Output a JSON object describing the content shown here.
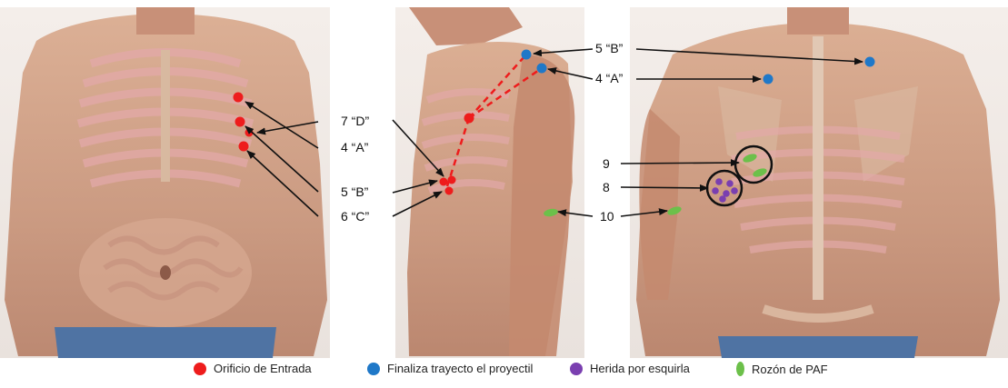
{
  "annotations": {
    "front": [
      {
        "id": "front-7d",
        "text": "7 “D”"
      },
      {
        "id": "front-4a",
        "text": "4 “A”"
      },
      {
        "id": "front-5b",
        "text": "5 “B”"
      },
      {
        "id": "front-6c",
        "text": "6 “C”"
      }
    ],
    "side": [
      {
        "id": "side-5b",
        "text": "5 “B”"
      },
      {
        "id": "side-4a",
        "text": "4 “A”"
      },
      {
        "id": "side-10",
        "text": "10"
      }
    ],
    "back": [
      {
        "id": "back-9",
        "text": "9"
      },
      {
        "id": "back-8",
        "text": "8"
      }
    ]
  },
  "legend": [
    {
      "label": "Orificio de Entrada",
      "color": "#ee1c1c",
      "shape": "circle"
    },
    {
      "label": "Finaliza trayecto el proyectil",
      "color": "#1f78c8",
      "shape": "circle"
    },
    {
      "label": "Herida por esquirla",
      "color": "#7a3fb0",
      "shape": "circle"
    },
    {
      "label": "Rozón de PAF",
      "color": "#6cc04a",
      "shape": "leaf"
    }
  ],
  "colors": {
    "entry": "#ee1c1c",
    "exit": "#1f78c8",
    "shrapnel": "#7a3fb0",
    "graze": "#6cc04a",
    "arrow": "#111111",
    "trajectory": "#ee1c1c"
  }
}
